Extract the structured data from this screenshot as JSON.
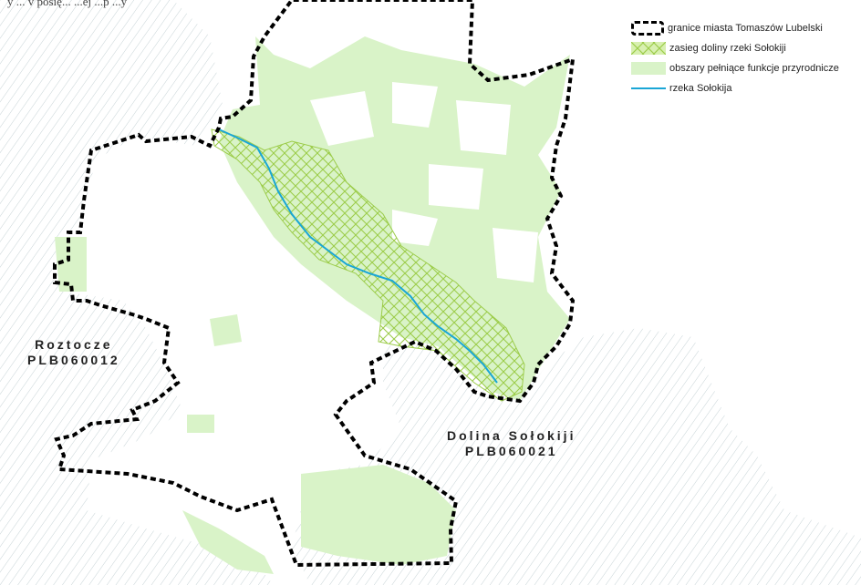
{
  "caption_top": "y ... v posię... ...ej ...p ...y",
  "legend": {
    "border_label": "granice miasta Tomaszów Lubelski",
    "valley_label": "zasieg doliny rzeki Sołokiji",
    "green_label": "obszary pełniące funkcje przyrodnicze",
    "river_label": "rzeka Sołokija"
  },
  "areas": {
    "roztocze": {
      "name": "Roztocze",
      "code": "PLB060012"
    },
    "solokija": {
      "name": "Dolina Sołokiji",
      "code": "PLB060021"
    }
  },
  "colors": {
    "green_area": "#d9f3c8",
    "hatch_line": "#c7d3d6",
    "valley_line": "#9ccc4a",
    "river": "#1aa6d6",
    "border": "#000000"
  }
}
